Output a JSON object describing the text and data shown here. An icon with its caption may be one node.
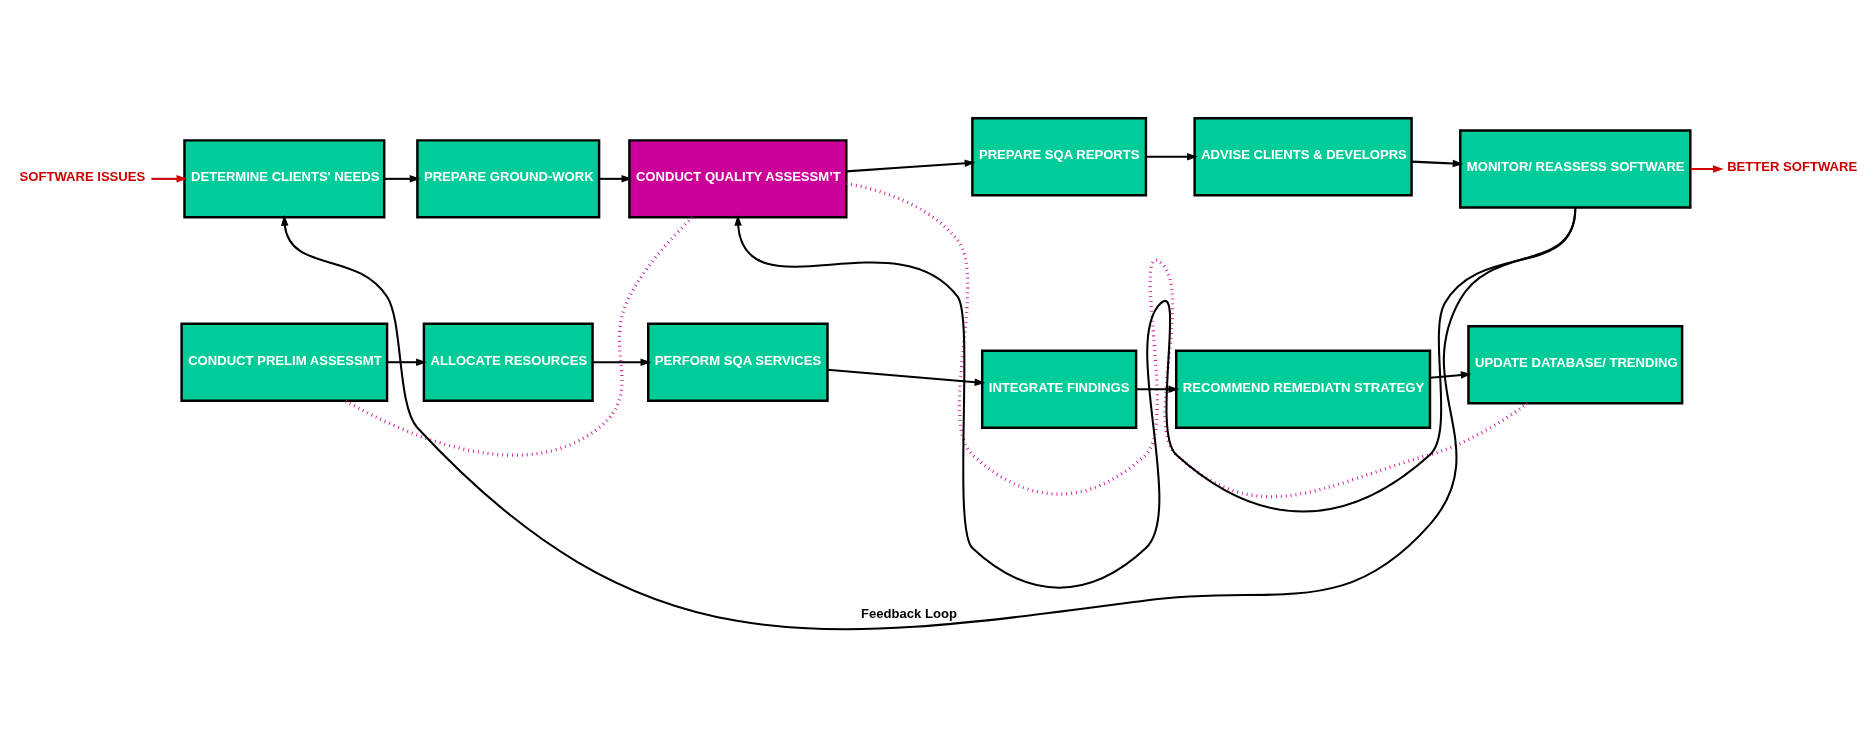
{
  "diagram": {
    "nodes": [
      {
        "text": [
          "SOFTWARE ISSUES"
        ]
      },
      {
        "text": [
          "DETERMINE CLIENTS' NEEDS"
        ]
      },
      {
        "text": [
          "PREPARE GROUND-WORK"
        ]
      },
      {
        "text": [
          "CONDUCT QUALITY ASSESSM’T"
        ]
      },
      {
        "text": [
          "PREPARE SQA REPORTS"
        ]
      },
      {
        "text": [
          "ADVISE CLIENTS & DEVELOPRS"
        ]
      },
      {
        "text": [
          "MONITOR/ REASSESS SOFTWARE"
        ]
      },
      {
        "text": [
          "BETTER SOFTWARE"
        ]
      },
      {
        "text": [
          "CONDUCT PRELIM ASSESSMT"
        ]
      },
      {
        "text": [
          "ALLOCATE RESOURCES"
        ]
      },
      {
        "text": [
          "PERFORM SQA SERVICES"
        ]
      },
      {
        "text": [
          "INTEGRATE FINDINGS"
        ]
      },
      {
        "text": [
          "RECOMMEND REMEDIATN STRATEGY"
        ]
      },
      {
        "text": [
          "UPDATE DATABASE/ TRENDING"
        ]
      }
    ],
    "edges": [
      {
        "from": 0,
        "to": 1,
        "arrow": "to",
        "color": "#cc0000"
      },
      {
        "from": 1,
        "to": 2,
        "arrow": "to"
      },
      {
        "from": 2,
        "to": 3,
        "arrow": "to"
      },
      {
        "from": 3,
        "to": 4,
        "arrow": "to"
      },
      {
        "from": 4,
        "to": 5,
        "arrow": "to"
      },
      {
        "from": 5,
        "to": 6,
        "arrow": "to"
      },
      {
        "from": 6,
        "to": 7,
        "arrow": "to",
        "color": "#cc0000"
      },
      {
        "from": 6,
        "to": 1,
        "arrow": "to",
        "label": "Feedback Loop"
      },
      {
        "from": 6,
        "to": 3,
        "arrow": "to"
      },
      {
        "from": 3,
        "to": 8,
        "arrow": "none",
        "style": "dashed",
        "color": "#cc0099"
      },
      {
        "from": 3,
        "to": 13,
        "arrow": "none",
        "style": "dashed",
        "color": "#cc0099"
      },
      {
        "from": 8,
        "to": 9,
        "arrow": "to"
      },
      {
        "from": 9,
        "to": 10,
        "arrow": "to"
      },
      {
        "from": 10,
        "to": 11,
        "arrow": "to"
      },
      {
        "from": 11,
        "to": 12,
        "arrow": "to"
      },
      {
        "from": 12,
        "to": 13,
        "arrow": "to"
      }
    ]
  }
}
